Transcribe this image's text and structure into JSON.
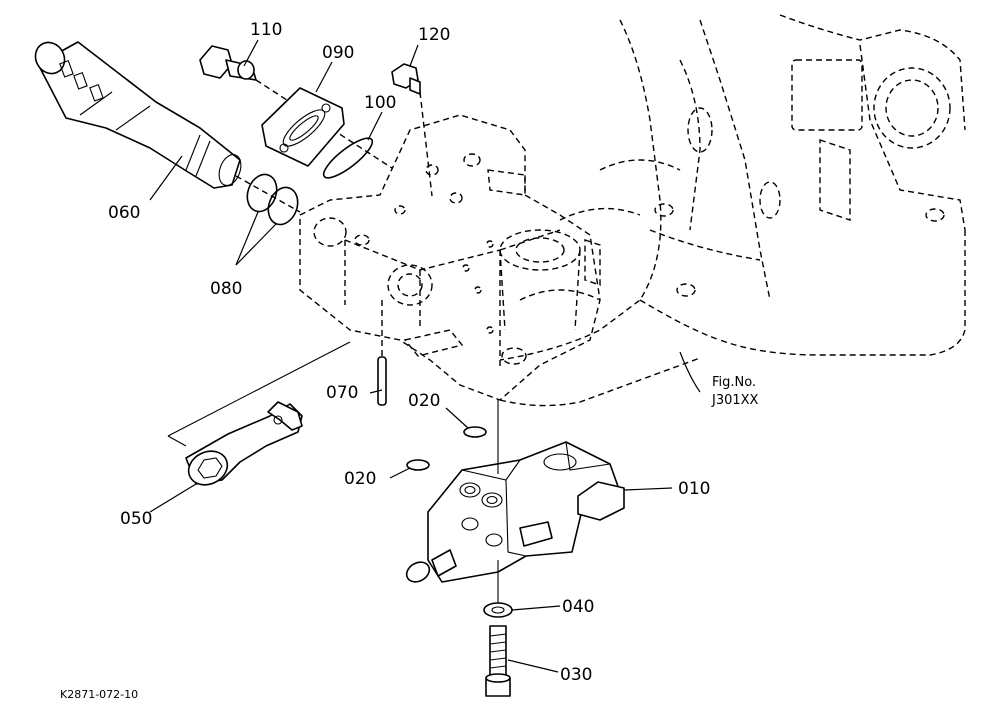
{
  "part_labels": {
    "p010": "010",
    "p020a": "020",
    "p020b": "020",
    "p030": "030",
    "p040": "040",
    "p050": "050",
    "p060": "060",
    "p070": "070",
    "p080": "080",
    "p090": "090",
    "p100": "100",
    "p110": "110",
    "p120": "120"
  },
  "figure": {
    "label_line1": "Fig.No.",
    "label_line2": "J301XX"
  },
  "drawing_code": "K2871-072-10"
}
